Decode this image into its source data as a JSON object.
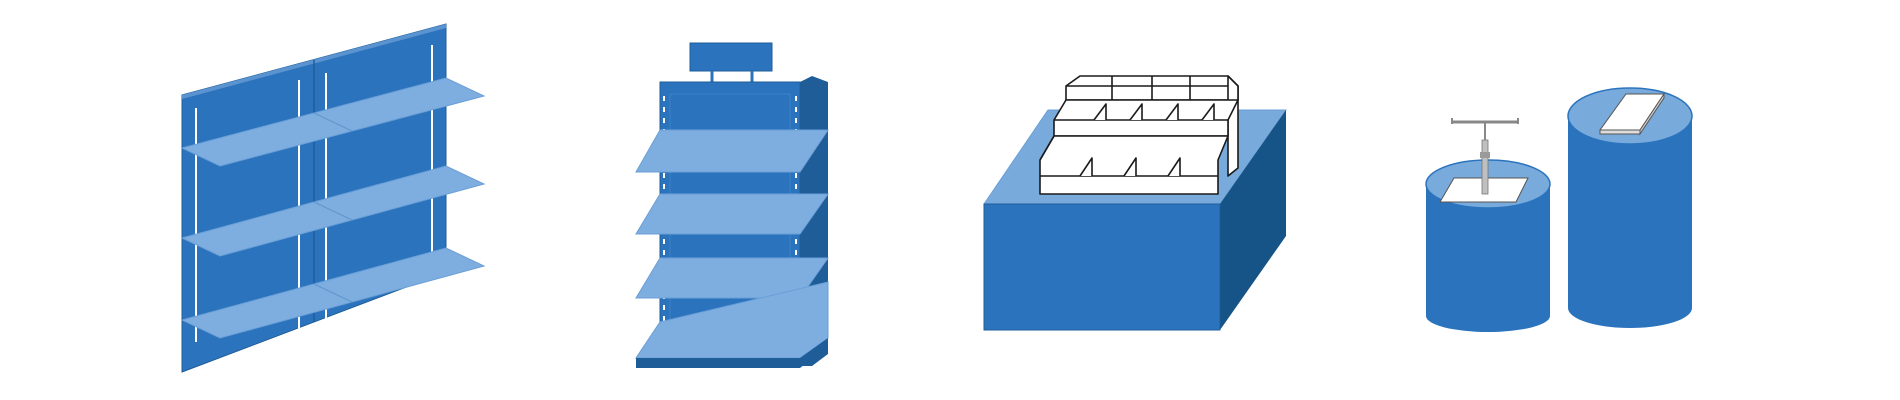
{
  "illustration": {
    "background": "#ffffff",
    "colors": {
      "panel": "#2b74bd",
      "panel_edge": "#1f5d99",
      "side_dark": "#165487",
      "shelf": "#7eaee0",
      "top_light": "#79aadc",
      "white": "#ffffff",
      "outline": "#1a1a1a",
      "bracket": "#888888"
    },
    "fixtures": [
      {
        "id": "wall-gondola",
        "kind": "wall-mounted shelving unit",
        "shelves": 3
      },
      {
        "id": "end-cap",
        "kind": "freestanding shelving unit with header sign",
        "shelves": 4
      },
      {
        "id": "counter-display",
        "kind": "display block with tiered divider tray",
        "tiers": 3
      },
      {
        "id": "pedestals",
        "kind": "cylinder pedestals",
        "count": 2
      }
    ]
  }
}
